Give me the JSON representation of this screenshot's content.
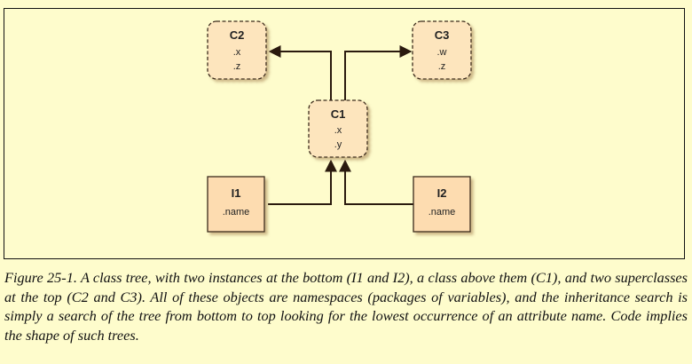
{
  "diagram": {
    "nodes": {
      "c2": {
        "name": "C2",
        "attrs": [
          ".x",
          ".z"
        ]
      },
      "c3": {
        "name": "C3",
        "attrs": [
          ".w",
          ".z"
        ]
      },
      "c1": {
        "name": "C1",
        "attrs": [
          ".x",
          ".y"
        ]
      },
      "i1": {
        "name": "I1",
        "attrs": [
          ".name"
        ]
      },
      "i2": {
        "name": "I2",
        "attrs": [
          ".name"
        ]
      }
    },
    "edges": [
      {
        "from": "c1",
        "to": "c2"
      },
      {
        "from": "c1",
        "to": "c3"
      },
      {
        "from": "i1",
        "to": "c1"
      },
      {
        "from": "i2",
        "to": "c1"
      }
    ],
    "colors": {
      "class_fill": "#fde5bd",
      "instance_fill": "#fddcb0",
      "stroke": "#3a2a1a"
    }
  },
  "caption": "Figure 25-1. A class tree, with two instances at the bottom (I1 and I2), a class above them (C1), and two superclasses at the top (C2 and C3). All of these objects are namespaces (packages of variables), and the inheritance search is simply a search of the tree from bottom to top looking for the lowest occurrence of an attribute name. Code implies the shape of such trees."
}
